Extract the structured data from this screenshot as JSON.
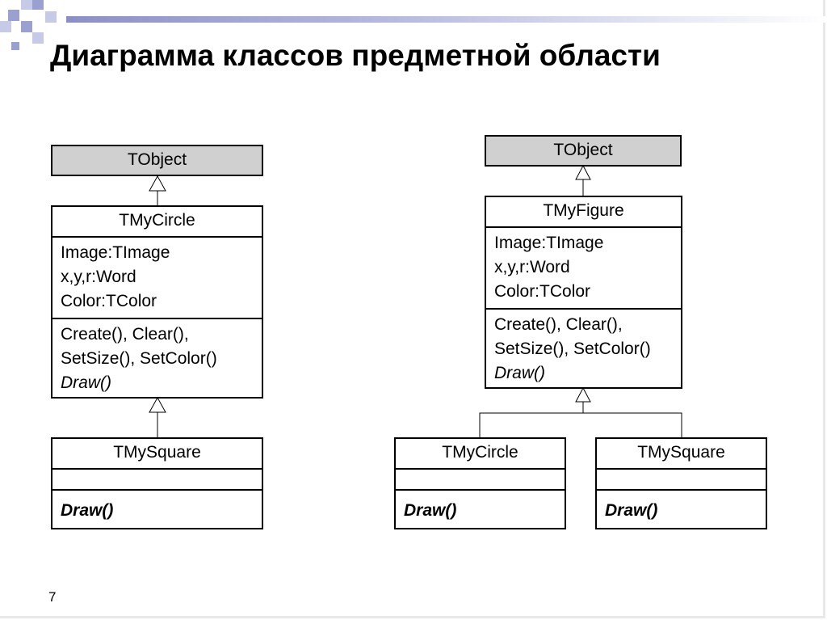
{
  "title": "Диаграмма классов предметной области",
  "page_number": "7",
  "left": {
    "base": {
      "name": "TObject"
    },
    "circle": {
      "name": "TMyCircle",
      "attributes": [
        "Image:TImage",
        "x,y,r:Word",
        "Color:TColor"
      ],
      "methods": [
        "Create(), Clear(),",
        "SetSize(), SetColor()"
      ],
      "abstract_method": "Draw()"
    },
    "square": {
      "name": "TMySquare",
      "method": "Draw()"
    }
  },
  "right": {
    "base": {
      "name": "TObject"
    },
    "figure": {
      "name": "TMyFigure",
      "attributes": [
        "Image:TImage",
        "x,y,r:Word",
        "Color:TColor"
      ],
      "methods": [
        "Create(), Clear(),",
        "SetSize(), SetColor()"
      ],
      "abstract_method": "Draw()"
    },
    "circle": {
      "name": "TMyCircle",
      "method": "Draw()"
    },
    "square": {
      "name": "TMySquare",
      "method": "Draw()"
    }
  }
}
